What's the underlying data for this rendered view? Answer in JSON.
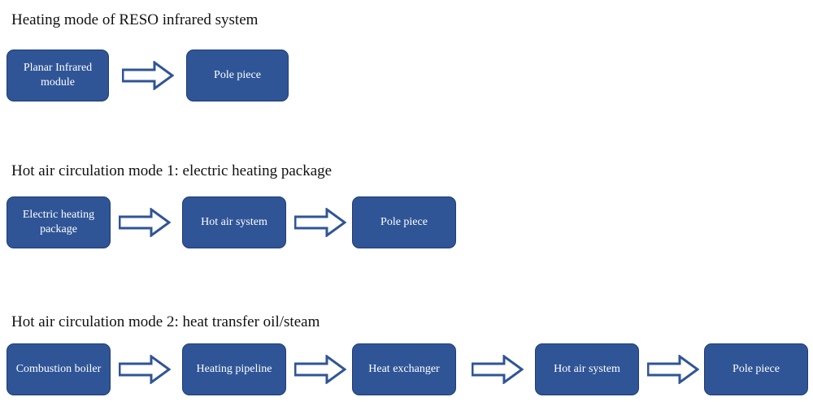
{
  "colors": {
    "box_fill": "#2f5597",
    "box_border": "#1f3d73",
    "arrow_stroke": "#2f5597"
  },
  "sections": [
    {
      "title": "Heating mode of RESO infrared system",
      "nodes": [
        {
          "label": "Planar Infrared module"
        },
        {
          "label": "Pole piece"
        }
      ]
    },
    {
      "title": "Hot air circulation mode 1: electric heating package",
      "nodes": [
        {
          "label": "Electric heating package"
        },
        {
          "label": "Hot air system"
        },
        {
          "label": "Pole piece"
        }
      ]
    },
    {
      "title": "Hot air circulation mode 2: heat transfer oil/steam",
      "nodes": [
        {
          "label": "Combustion boiler"
        },
        {
          "label": "Heating pipeline"
        },
        {
          "label": "Heat exchanger"
        },
        {
          "label": "Hot air system"
        },
        {
          "label": "Pole piece"
        }
      ]
    }
  ]
}
